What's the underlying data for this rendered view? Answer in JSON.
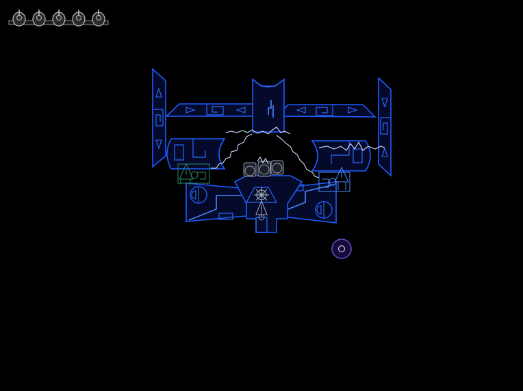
{
  "hud": {
    "lives_remaining": 5,
    "life_icon": "ship-life-icon"
  },
  "scene": {
    "background_color": "#000000",
    "enemy": {
      "name": "boss-mothership",
      "hull_color": "#1e5cff",
      "energy_arc_color": "#cfe0ff",
      "icons": [
        "warning-triangle-icon",
        "half-circle-port-icon",
        "gear-icon",
        "arrow-icon"
      ]
    },
    "player": {
      "name": "player-orb",
      "color": "#6a4cc4"
    }
  }
}
